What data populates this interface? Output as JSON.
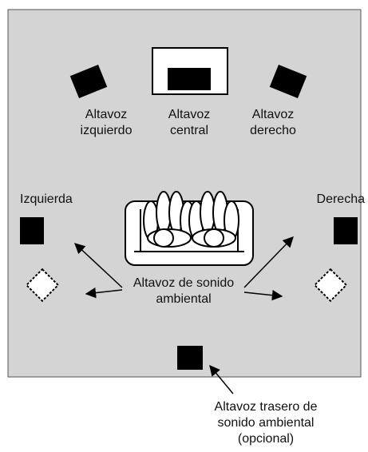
{
  "labels": {
    "left_speaker": [
      "Altavoz",
      "izquierdo"
    ],
    "center_speaker": [
      "Altavoz",
      "central"
    ],
    "right_speaker": [
      "Altavoz",
      "derecho"
    ],
    "left_side": "Izquierda",
    "right_side": "Derecha",
    "surround_speaker": [
      "Altavoz de sonido",
      "ambiental"
    ],
    "rear_surround_speaker": [
      "Altavoz trasero de",
      "sonido ambiental",
      "(opcional)"
    ]
  },
  "colors": {
    "room": "#d4d4d4",
    "room_border": "#555555",
    "speaker": "#000000",
    "screen": "#ffffff"
  }
}
